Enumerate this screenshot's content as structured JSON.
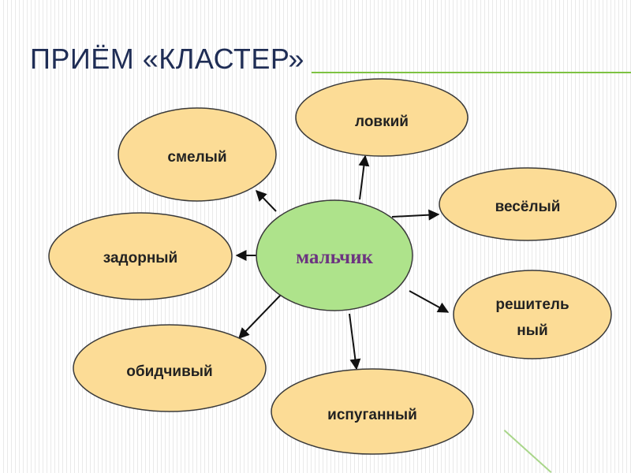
{
  "slide": {
    "title": "ПРИЁМ «КЛАСТЕР»"
  },
  "center": {
    "label": "мальчик"
  },
  "nodes": [
    {
      "id": "smelyi",
      "lines": [
        "смелый"
      ]
    },
    {
      "id": "lovkii",
      "lines": [
        "ловкий"
      ]
    },
    {
      "id": "veselyi",
      "lines": [
        "весёлый"
      ]
    },
    {
      "id": "reshitelnyi",
      "lines": [
        "решитель",
        "ный"
      ]
    },
    {
      "id": "ispugannyi",
      "lines": [
        "испуганный"
      ]
    },
    {
      "id": "obidchivyi",
      "lines": [
        "обидчивый"
      ]
    },
    {
      "id": "zadornyi",
      "lines": [
        "задорный"
      ]
    }
  ],
  "colors": {
    "bubble_fill": "#fcdc96",
    "center_fill": "#aee38b",
    "center_text": "#6c3480",
    "title_text": "#1f2d55",
    "accent_line": "#7dc242"
  }
}
